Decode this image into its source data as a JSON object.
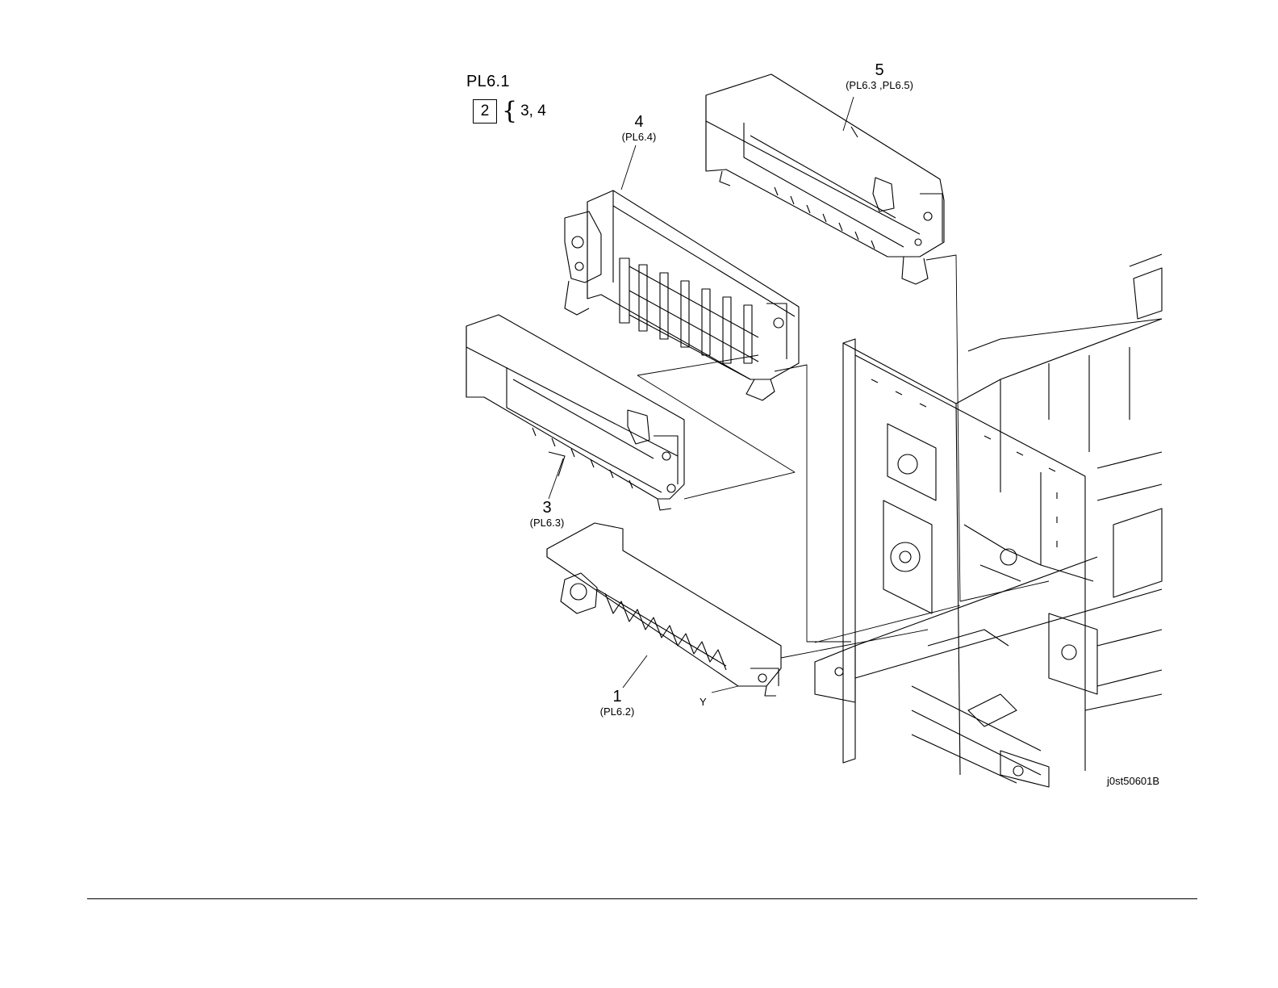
{
  "reference": {
    "title": "PL6.1",
    "box_item": "2",
    "sub_items": "3, 4"
  },
  "callouts": [
    {
      "id": "5",
      "ref": "(PL6.3 ,PL6.5)"
    },
    {
      "id": "4",
      "ref": "(PL6.4)"
    },
    {
      "id": "3",
      "ref": "(PL6.3)"
    },
    {
      "id": "1",
      "ref": "(PL6.2)"
    }
  ],
  "axis_label": "Y",
  "figure_id": "j0st50601B"
}
